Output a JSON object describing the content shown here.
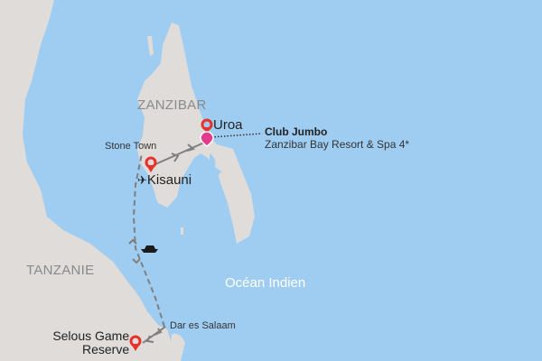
{
  "map": {
    "colors": {
      "sea": "#9fcdf2",
      "land": "#dfdcd9",
      "route": "#7f7f7f",
      "pin": "#e8312a",
      "hotel_pin": "#e23b8e",
      "region_text": "#8a8a8a",
      "ocean_text": "#ffffff"
    },
    "regions": {
      "zanzibar": "ZANZIBAR",
      "tanzania": "TANZANIE"
    },
    "ocean_label": "Océan Indien",
    "places": {
      "uroa": "Uroa",
      "stone_town": "Stone Town",
      "kisauni": "Kisauni",
      "dar_es_salaam": "Dar es Salaam",
      "selous_line1": "Selous Game",
      "selous_line2": "Reserve"
    },
    "hotel": {
      "name": "Club Jumbo",
      "subtitle": "Zanzibar Bay Resort & Spa 4*"
    },
    "icons": {
      "airport": "✈"
    }
  }
}
